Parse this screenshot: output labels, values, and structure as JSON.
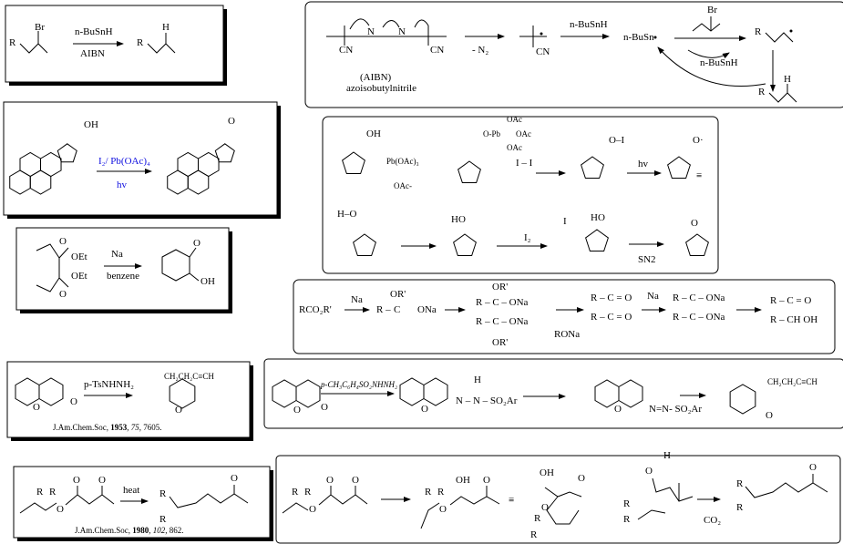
{
  "scheme1": {
    "r1": "R",
    "br": "Br",
    "reagent": "n-BuSnH",
    "cond": "AIBN",
    "r2": "R",
    "h": "H"
  },
  "scheme2": {
    "cn1": "CN",
    "cn2": "CN",
    "nn": "N",
    "n2": "N",
    "minus_n2": "- N₂",
    "cn3": "CN",
    "reagent": "n-BuSnH",
    "radical": "n-BuSn",
    "br": "Br",
    "r1": "R",
    "reagent2": "n-BuSnH",
    "r2": "R",
    "h": "H",
    "label1": "(AIBN)",
    "label2": "azoisobutylnitrile"
  },
  "scheme3": {
    "oh": "OH",
    "reagent": "I₂/ Pb(OAc)₄",
    "cond": "hv",
    "o": "O"
  },
  "scheme4": {
    "oh": "OH",
    "pb": "Pb(OAc)₃",
    "oac_leave": "OAc-",
    "oac1": "OAc",
    "pb2": "O-Pb",
    "oac2": "OAc",
    "oac3": "OAc",
    "ii": "I – I",
    "oi": "O–I",
    "hv": "hv",
    "o_rad": "O·",
    "equiv": "≡",
    "ho": "H–O",
    "ho2": "HO",
    "i2": "I₂",
    "i3": "I",
    "ho3": "HO",
    "sn2": "SN2",
    "o2": "O"
  },
  "scheme5": {
    "oet1": "OEt",
    "oet2": "OEt",
    "o1": "O",
    "o2": "O",
    "reagent": "Na",
    "cond": "benzene",
    "o3": "O",
    "oh": "OH"
  },
  "scheme6": {
    "ester": "RCO₂R'",
    "na1": "Na",
    "r1": "R –",
    "or1": "OR'",
    "ona1": "ONa",
    "c1": "C",
    "or2": "OR'",
    "rc1": "R – C – ONa",
    "rc2": "R – C – ONa",
    "or3": "OR'",
    "rona": "RONa",
    "rco1": "R – C = O",
    "rco2": "R – C = O",
    "na2": "Na",
    "rcona1": "R – C – ONa",
    "rcona2": "R – C – ONa",
    "p1": "R – C = O",
    "p2": "R – CH  OH"
  },
  "scheme7": {
    "reagent": "p-TsNHNH₂",
    "o1": "O",
    "o2": "O",
    "o3": "O",
    "side": "CH₂CH₂C≡CH",
    "ref_journal": "J.Am.Chem.Soc,",
    "ref_year": "1953",
    "ref_vol": "75",
    "ref_page": "7605."
  },
  "scheme8": {
    "reagent": "p-CH₃C₆H₄SO₂NHNH₂",
    "o1": "O",
    "o2": "O",
    "h": "H",
    "nnh": "N – N – SO₂Ar",
    "o3": "O",
    "nn2": "N=N- SO₂Ar",
    "side": "CH₂CH₂C≡CH",
    "o4": "O",
    "o5": "O"
  },
  "scheme9": {
    "r1": "R",
    "r2": "R",
    "o1": "O",
    "o2": "O",
    "o3": "O",
    "heat": "heat",
    "r3": "R",
    "r4": "R",
    "o4": "O",
    "ref_journal": "J.Am.Chem.Soc,",
    "ref_year": "1980",
    "ref_vol": "102",
    "ref_page": "862."
  },
  "scheme10": {
    "r1": "R",
    "r2": "R",
    "o1": "O",
    "o2": "O",
    "o3": "O",
    "r3": "R",
    "r4": "R",
    "oh": "OH",
    "o4": "O",
    "o5": "O",
    "equiv": "≡",
    "oh2": "OH",
    "o6": "O",
    "r5": "R",
    "r6": "R",
    "h": "H",
    "o7": "O",
    "o8": "O",
    "r7": "R",
    "r8": "R",
    "co2": "CO₂",
    "r9": "R",
    "r10": "R",
    "o9": "O"
  }
}
